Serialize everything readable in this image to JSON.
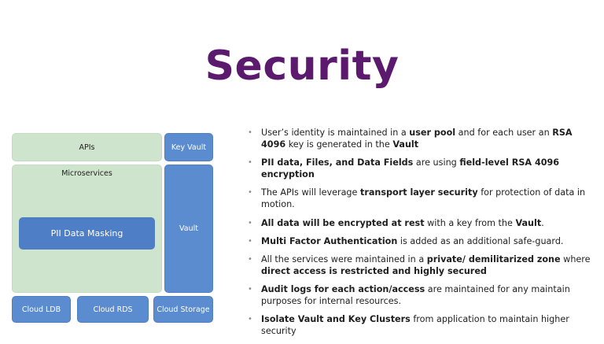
{
  "slide": {
    "title": "Security"
  },
  "diagram": {
    "apis": "APIs",
    "key_vault": "Key Vault",
    "microservices": "Microservices",
    "pii_masking": "PII Data Masking",
    "vault": "Vault",
    "cloud_ldb": "Cloud LDB",
    "cloud_rds": "Cloud RDS",
    "cloud_storage": "Cloud Storage"
  },
  "bullets": [
    {
      "segments": [
        {
          "text": "User’s identity is maintained in a ",
          "bold": false
        },
        {
          "text": "user pool",
          "bold": true
        },
        {
          "text": " and for each user an ",
          "bold": false
        },
        {
          "text": "RSA 4096",
          "bold": true
        },
        {
          "text": " key is generated in the ",
          "bold": false
        },
        {
          "text": "Vault",
          "bold": true
        }
      ]
    },
    {
      "segments": [
        {
          "text": "PII data, Files, and Data Fields",
          "bold": true
        },
        {
          "text": " are using ",
          "bold": false
        },
        {
          "text": "field-level RSA 4096 encryption",
          "bold": true
        }
      ]
    },
    {
      "segments": [
        {
          "text": "The APIs will leverage ",
          "bold": false
        },
        {
          "text": "transport layer security",
          "bold": true
        },
        {
          "text": " for protection of data in motion.",
          "bold": false
        }
      ]
    },
    {
      "segments": [
        {
          "text": "All data will be encrypted at rest",
          "bold": true
        },
        {
          "text": " with a key from the ",
          "bold": false
        },
        {
          "text": "Vault",
          "bold": true
        },
        {
          "text": ".",
          "bold": false
        }
      ]
    },
    {
      "segments": [
        {
          "text": "Multi Factor Authentication",
          "bold": true
        },
        {
          "text": " is added as an additional safe-guard.",
          "bold": false
        }
      ]
    },
    {
      "segments": [
        {
          "text": "All the services were maintained in a ",
          "bold": false
        },
        {
          "text": "private/ demilitarized zone",
          "bold": true
        },
        {
          "text": " where ",
          "bold": false
        },
        {
          "text": "direct access is restricted and highly secured",
          "bold": true
        }
      ]
    },
    {
      "segments": [
        {
          "text": "Audit logs for each action/access",
          "bold": true
        },
        {
          "text": " are maintained for any maintain purposes for internal resources.",
          "bold": false
        }
      ]
    },
    {
      "segments": [
        {
          "text": "Isolate Vault and Key Clusters",
          "bold": true
        },
        {
          "text": " from application to maintain higher security",
          "bold": false
        }
      ]
    }
  ],
  "colors": {
    "title": "#5b1a6e",
    "green_box": "#cfe4cc",
    "blue_box": "#5b8ccf"
  }
}
